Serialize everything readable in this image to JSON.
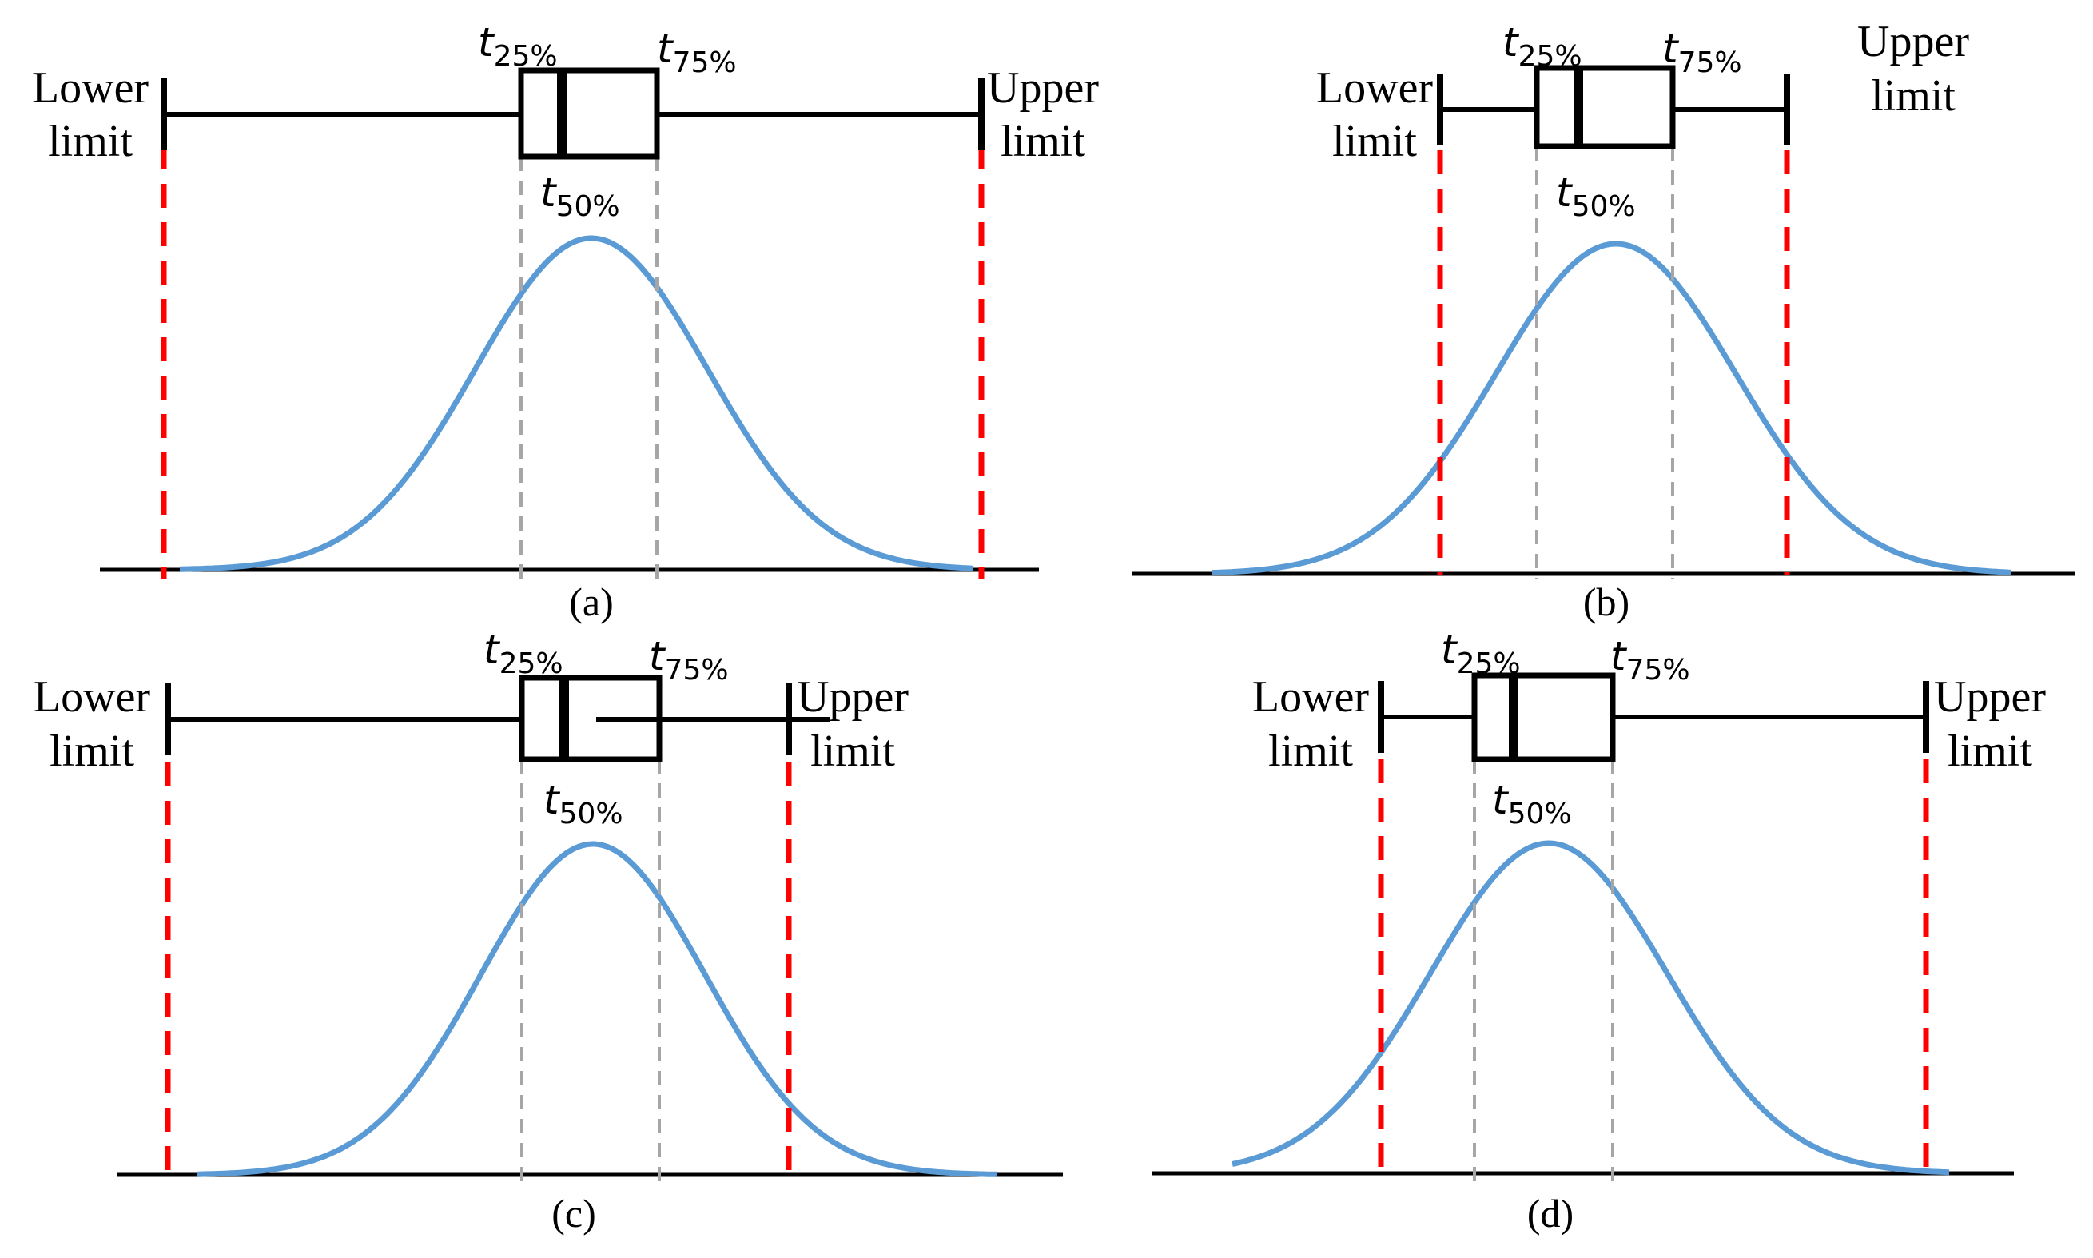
{
  "labels": {
    "lower": [
      "Lower",
      "limit"
    ],
    "upper": [
      "Upper",
      "limit"
    ],
    "t": "t",
    "p25": "25%",
    "p50": "50%",
    "p75": "75%"
  },
  "panels": [
    {
      "caption": "(a)"
    },
    {
      "caption": "(b)"
    },
    {
      "caption": "(c)"
    },
    {
      "caption": "(d)"
    }
  ],
  "colors": {
    "curve": "#5b9bd5",
    "limit_line": "#ff0000",
    "quartile_line": "#a6a6a6",
    "axis": "#000000"
  }
}
